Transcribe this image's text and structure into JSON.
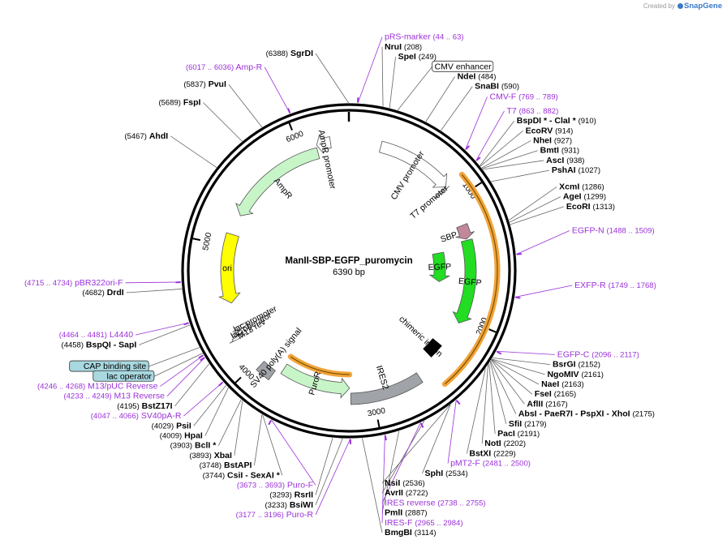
{
  "credit": {
    "prefix": "Created by",
    "brand": "SnapGene",
    "icon": "snapgene-logo-icon"
  },
  "plasmid": {
    "name": "ManII-SBP-EGFP_puromycin",
    "size_label": "6390 bp",
    "length": 6390
  },
  "tick_labels": [
    "1000",
    "2000",
    "3000",
    "4000",
    "5000",
    "6000"
  ],
  "colors": {
    "enzyme": "#000000",
    "primer": "#9b30d9",
    "feature_green": "#c8f5c8",
    "egfp": "#22dd22",
    "ori": "#ffff00",
    "intron": "#000000",
    "ires": "#a0a4a8",
    "sbp": "#c08898",
    "orange": "#f2a43a",
    "misc_box": "#a8d8e0"
  },
  "features": [
    {
      "label": "CMV promoter",
      "start": 255,
      "end": 872,
      "color": "#ffffff",
      "arrow": "cw"
    },
    {
      "label": "T7 promoter",
      "start": 873,
      "end": 891,
      "color": "#ffffff",
      "arrow": "cw"
    },
    {
      "label": "SBP",
      "start": 1210,
      "end": 1330,
      "color": "#c08898",
      "arrow": "cw"
    },
    {
      "label": "EGFP",
      "start": 1340,
      "end": 2050,
      "color": "#22dd22",
      "arrow": "cw"
    },
    {
      "label": "EGFP",
      "start": 1400,
      "end": 1720,
      "color": "#22dd22",
      "arrow": "cw"
    },
    {
      "label": "chimeric intron",
      "start": 2290,
      "end": 2420,
      "color": "#000000",
      "arrow": "none"
    },
    {
      "label": "IRES2",
      "start": 2600,
      "end": 3180,
      "color": "#a0a4a8",
      "arrow": "none"
    },
    {
      "label": "PuroR",
      "start": 3190,
      "end": 3790,
      "color": "#c8f5c8",
      "arrow": "ccw"
    },
    {
      "label": "SV40 poly(A) signal",
      "start": 3840,
      "end": 3960,
      "color": "#a0a4a8",
      "arrow": "none"
    },
    {
      "label": "M13 rev",
      "start": 4230,
      "end": 4250,
      "color": "#ffffff",
      "arrow": "ccw"
    },
    {
      "label": "lac operator",
      "start": 4260,
      "end": 4280,
      "color": "#ffffff",
      "arrow": "none"
    },
    {
      "label": "lac promoter",
      "start": 4290,
      "end": 4320,
      "color": "#ffffff",
      "arrow": "ccw"
    },
    {
      "label": "ori",
      "start": 4520,
      "end": 5100,
      "color": "#ffff00",
      "arrow": "ccw"
    },
    {
      "label": "AmpR",
      "start": 5270,
      "end": 6130,
      "color": "#c8f5c8",
      "arrow": "ccw"
    },
    {
      "label": "AmpR promoter",
      "start": 6135,
      "end": 6245,
      "color": "#ffffff",
      "arrow": "ccw"
    }
  ],
  "orange_arcs": [
    {
      "start": 880,
      "end": 2480,
      "dir": "cw"
    },
    {
      "start": 3190,
      "end": 3800,
      "dir": "ccw"
    }
  ],
  "labels": [
    {
      "name": "SgrDI",
      "pos": "(6388)",
      "type": "enzyme",
      "bold": true,
      "site": 6388,
      "pos_first": true
    },
    {
      "name": "pRS-marker",
      "pos": "(44 .. 63)",
      "type": "primer",
      "site": 54
    },
    {
      "name": "NruI",
      "pos": "(208)",
      "type": "enzyme",
      "bold": true,
      "site": 208
    },
    {
      "name": "SpeI",
      "pos": "(249)",
      "type": "enzyme",
      "bold": true,
      "site": 249
    },
    {
      "name": "CMV enhancer",
      "pos": "",
      "type": "box",
      "site": 300
    },
    {
      "name": "NdeI",
      "pos": "(484)",
      "type": "enzyme",
      "bold": true,
      "site": 484
    },
    {
      "name": "SnaBI",
      "pos": "(590)",
      "type": "enzyme",
      "bold": true,
      "site": 590
    },
    {
      "name": "CMV-F",
      "pos": "(769 .. 789)",
      "type": "primer",
      "site": 779
    },
    {
      "name": "T7",
      "pos": "(863 .. 882)",
      "type": "primer",
      "site": 872
    },
    {
      "name": "BspDI * - ClaI *",
      "pos": "(910)",
      "type": "enzyme",
      "bold": true,
      "site": 910
    },
    {
      "name": "EcoRV",
      "pos": "(914)",
      "type": "enzyme",
      "bold": true,
      "site": 914
    },
    {
      "name": "NheI",
      "pos": "(927)",
      "type": "enzyme",
      "bold": true,
      "site": 927
    },
    {
      "name": "BmtI",
      "pos": "(931)",
      "type": "enzyme",
      "bold": true,
      "site": 931
    },
    {
      "name": "AscI",
      "pos": "(938)",
      "type": "enzyme",
      "bold": true,
      "site": 938
    },
    {
      "name": "PshAI",
      "pos": "(1027)",
      "type": "enzyme",
      "bold": true,
      "site": 1027
    },
    {
      "name": "XcmI",
      "pos": "(1286)",
      "type": "enzyme",
      "bold": true,
      "site": 1286
    },
    {
      "name": "AgeI",
      "pos": "(1299)",
      "type": "enzyme",
      "bold": true,
      "site": 1299
    },
    {
      "name": "EcoRI",
      "pos": "(1313)",
      "type": "enzyme",
      "bold": true,
      "site": 1313
    },
    {
      "name": "EGFP-N",
      "pos": "(1488 .. 1509)",
      "type": "primer",
      "site": 1498
    },
    {
      "name": "EXFP-R",
      "pos": "(1749 .. 1768)",
      "type": "primer",
      "site": 1758
    },
    {
      "name": "EGFP-C",
      "pos": "(2096 .. 2117)",
      "type": "primer",
      "site": 2106
    },
    {
      "name": "BsrGI",
      "pos": "(2152)",
      "type": "enzyme",
      "bold": true,
      "site": 2152
    },
    {
      "name": "NgoMIV",
      "pos": "(2161)",
      "type": "enzyme",
      "bold": true,
      "site": 2161
    },
    {
      "name": "NaeI",
      "pos": "(2163)",
      "type": "enzyme",
      "bold": true,
      "site": 2163
    },
    {
      "name": "FseI",
      "pos": "(2165)",
      "type": "enzyme",
      "bold": true,
      "site": 2165
    },
    {
      "name": "AflII",
      "pos": "(2167)",
      "type": "enzyme",
      "bold": true,
      "site": 2167
    },
    {
      "name": "AbsI - PaeR7I - PspXI - XhoI",
      "pos": "(2175)",
      "type": "enzyme",
      "bold": true,
      "site": 2175
    },
    {
      "name": "SfiI",
      "pos": "(2179)",
      "type": "enzyme",
      "bold": true,
      "site": 2179
    },
    {
      "name": "PacI",
      "pos": "(2191)",
      "type": "enzyme",
      "bold": true,
      "site": 2191
    },
    {
      "name": "NotI",
      "pos": "(2202)",
      "type": "enzyme",
      "bold": true,
      "site": 2202
    },
    {
      "name": "BstXI",
      "pos": "(2229)",
      "type": "enzyme",
      "bold": true,
      "site": 2229
    },
    {
      "name": "pMT2-F",
      "pos": "(2481 .. 2500)",
      "type": "primer",
      "site": 2490
    },
    {
      "name": "SphI",
      "pos": "(2534)",
      "type": "enzyme",
      "bold": true,
      "site": 2534
    },
    {
      "name": "NsiI",
      "pos": "(2536)",
      "type": "enzyme",
      "bold": true,
      "site": 2536
    },
    {
      "name": "AvrII",
      "pos": "(2722)",
      "type": "enzyme",
      "bold": true,
      "site": 2722
    },
    {
      "name": "IRES reverse",
      "pos": "(2738 .. 2755)",
      "type": "primer",
      "site": 2746
    },
    {
      "name": "PmlI",
      "pos": "(2887)",
      "type": "enzyme",
      "bold": true,
      "site": 2887
    },
    {
      "name": "IRES-F",
      "pos": "(2965 .. 2984)",
      "type": "primer",
      "site": 2975
    },
    {
      "name": "BmgBI",
      "pos": "(3114)",
      "type": "enzyme",
      "bold": true,
      "site": 3114
    },
    {
      "name": "Puro-R",
      "pos": "(3177 .. 3196)",
      "type": "primer",
      "site": 3186,
      "pos_first": true
    },
    {
      "name": "BsiWI",
      "pos": "(3233)",
      "type": "enzyme",
      "bold": true,
      "site": 3233,
      "pos_first": true
    },
    {
      "name": "RsrII",
      "pos": "(3293)",
      "type": "enzyme",
      "bold": true,
      "site": 3293,
      "pos_first": true
    },
    {
      "name": "Puro-F",
      "pos": "(3673 .. 3693)",
      "type": "primer",
      "site": 3683,
      "pos_first": true
    },
    {
      "name": "CsiI - SexAI *",
      "pos": "(3744)",
      "type": "enzyme",
      "bold": true,
      "site": 3744,
      "pos_first": true
    },
    {
      "name": "BstAPI",
      "pos": "(3748)",
      "type": "enzyme",
      "bold": true,
      "site": 3748,
      "pos_first": true
    },
    {
      "name": "XbaI",
      "pos": "(3893)",
      "type": "enzyme",
      "bold": true,
      "site": 3893,
      "pos_first": true
    },
    {
      "name": "BclI *",
      "pos": "(3903)",
      "type": "enzyme",
      "bold": true,
      "site": 3903,
      "pos_first": true
    },
    {
      "name": "HpaI",
      "pos": "(4009)",
      "type": "enzyme",
      "bold": true,
      "site": 4009,
      "pos_first": true
    },
    {
      "name": "PsiI",
      "pos": "(4029)",
      "type": "enzyme",
      "bold": true,
      "site": 4029,
      "pos_first": true
    },
    {
      "name": "SV40pA-R",
      "pos": "(4047 .. 4066)",
      "type": "primer",
      "site": 4056,
      "pos_first": true
    },
    {
      "name": "BstZ17I",
      "pos": "(4195)",
      "type": "enzyme",
      "bold": true,
      "site": 4195,
      "pos_first": true
    },
    {
      "name": "M13 Reverse",
      "pos": "(4233 .. 4249)",
      "type": "primer",
      "site": 4241,
      "pos_first": true
    },
    {
      "name": "lac operator",
      "pos": "",
      "type": "box",
      "site": 4270
    },
    {
      "name": "M13/pUC Reverse",
      "pos": "(4246 .. 4268)",
      "type": "primer",
      "site": 4257,
      "pos_first": true
    },
    {
      "name": "CAP binding site",
      "pos": "",
      "type": "box",
      "site": 4310
    },
    {
      "name": "BspQI - SapI",
      "pos": "(4458)",
      "type": "enzyme",
      "bold": true,
      "site": 4458,
      "pos_first": true
    },
    {
      "name": "L4440",
      "pos": "(4464 .. 4481)",
      "type": "primer",
      "site": 4472,
      "pos_first": true
    },
    {
      "name": "DrdI",
      "pos": "(4682)",
      "type": "enzyme",
      "bold": true,
      "site": 4682,
      "pos_first": true
    },
    {
      "name": "pBR322ori-F",
      "pos": "(4715 .. 4734)",
      "type": "primer",
      "site": 4724,
      "pos_first": true
    },
    {
      "name": "AhdI",
      "pos": "(5467)",
      "type": "enzyme",
      "bold": true,
      "site": 5467,
      "pos_first": true
    },
    {
      "name": "FspI",
      "pos": "(5689)",
      "type": "enzyme",
      "bold": true,
      "site": 5689,
      "pos_first": true
    },
    {
      "name": "PvuI",
      "pos": "(5837)",
      "type": "enzyme",
      "bold": true,
      "site": 5837,
      "pos_first": true
    },
    {
      "name": "Amp-R",
      "pos": "(6017 .. 6036)",
      "type": "primer",
      "site": 6026,
      "pos_first": true
    }
  ]
}
